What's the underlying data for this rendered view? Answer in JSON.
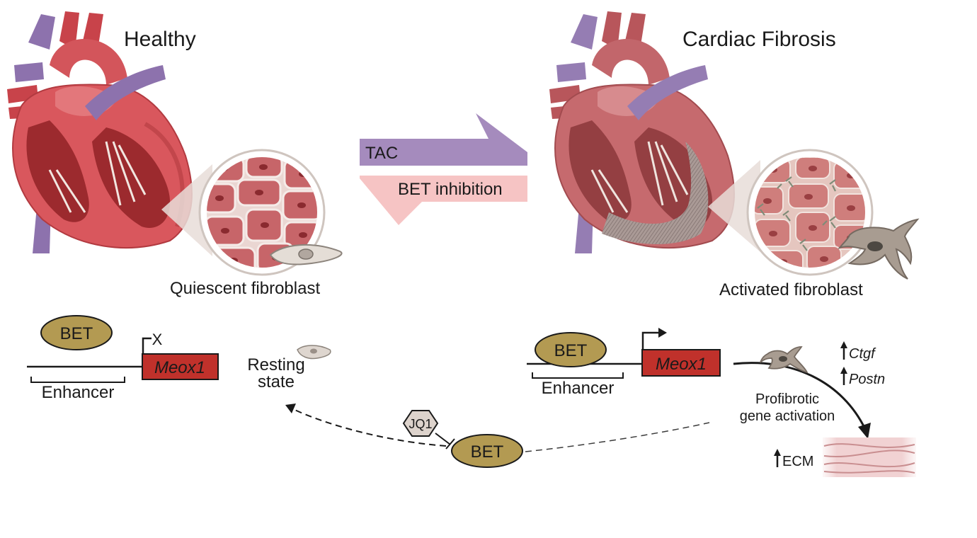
{
  "left_panel": {
    "title": "Healthy",
    "fibroblast_label": "Quiescent fibroblast"
  },
  "right_panel": {
    "title": "Cardiac Fibrosis",
    "fibroblast_label": "Activated fibroblast"
  },
  "arrows": {
    "forward_label": "TAC",
    "reverse_label": "BET inhibition",
    "forward_color": "#a58bbd",
    "reverse_color": "#f6c4c4"
  },
  "left_gene": {
    "protein_label": "BET",
    "gene_label": "Meox1",
    "enhancer_label": "Enhancer",
    "blocked_mark": "X"
  },
  "resting": {
    "line1": "Resting",
    "line2": "state"
  },
  "right_gene": {
    "protein_label": "BET",
    "gene_label": "Meox1",
    "enhancer_label": "Enhancer"
  },
  "profibrotic": {
    "line1": "Profibrotic",
    "line2": "gene activation",
    "gene1": "Ctgf",
    "gene2": "Postn",
    "ecm_label": "ECM"
  },
  "inhibitor": {
    "drug_label": "JQ1",
    "protein_label": "BET"
  },
  "colors": {
    "bet_fill": "#b39a52",
    "gene_fill": "#c0312b",
    "heart_red": "#c8434a",
    "vessel_purple": "#8d72ad"
  }
}
